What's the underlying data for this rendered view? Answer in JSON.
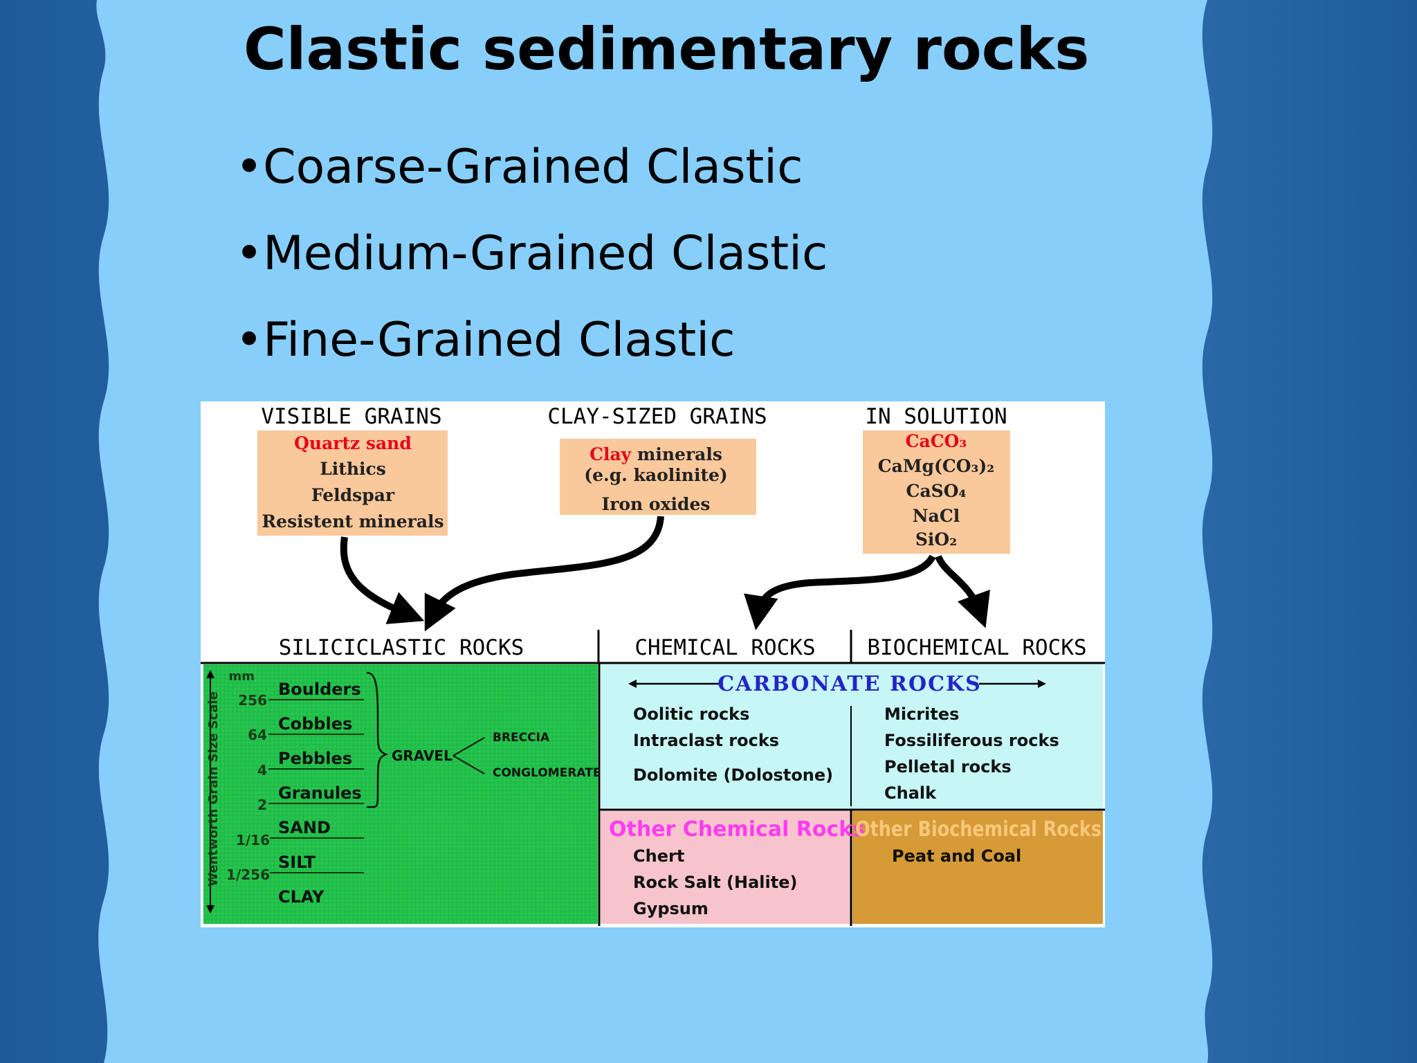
{
  "slide": {
    "title": "Clastic sedimentary rocks",
    "bullet_char": "•",
    "bullets": [
      "Coarse-Grained Clastic",
      "Medium-Grained Clastic",
      "Fine-Grained Clastic"
    ]
  },
  "diagram": {
    "headers": {
      "visible": "VISIBLE GRAINS",
      "clay_sized": "CLAY-SIZED GRAINS",
      "in_solution": "IN SOLUTION"
    },
    "visible_box": {
      "highlight": "Quartz sand",
      "items": [
        "Lithics",
        "Feldspar",
        "Resistent minerals"
      ]
    },
    "clay_box": {
      "highlight": "Clay",
      "line1_rest": " minerals",
      "line2": "(e.g. kaolinite)",
      "line3": "Iron oxides"
    },
    "solution_box": {
      "highlight": "CaCO₃",
      "items": [
        "CaMg(CO₃)₂",
        "CaSO₄",
        "NaCl",
        "SiO₂"
      ]
    },
    "rock_headers": {
      "siliciclastic": "SILICICLASTIC ROCKS",
      "chemical": "CHEMICAL ROCKS",
      "biochemical": "BIOCHEMICAL ROCKS"
    },
    "grain_scale": {
      "axis_label": "Wentworth Grain Size Scale",
      "unit": "mm",
      "ticks": [
        "256",
        "64",
        "4",
        "2",
        "1/16",
        "1/256"
      ],
      "classes": [
        "Boulders",
        "Cobbles",
        "Pebbles",
        "Granules",
        "SAND",
        "SILT",
        "CLAY"
      ],
      "gravel": "GRAVEL",
      "breccia": "BRECCIA",
      "conglomerate": "CONGLOMERATE"
    },
    "carbonate": {
      "title": "CARBONATE ROCKS",
      "left": [
        "Oolitic rocks",
        "Intraclast rocks",
        "Dolomite (Dolostone)"
      ],
      "right": [
        "Micrites",
        "Fossiliferous rocks",
        "Pelletal rocks",
        "Chalk"
      ]
    },
    "other_chemical": {
      "title": "Other Chemical Rocks",
      "items": [
        "Chert",
        "Rock Salt (Halite)",
        "Gypsum"
      ]
    },
    "other_biochemical": {
      "title": "Other Biochemical Rocks",
      "items": [
        "Peat and Coal"
      ]
    },
    "colors": {
      "peach": "#f9c89b",
      "red_text": "#e8001c",
      "green": "#22c04a",
      "cyan": "#c6f6f6",
      "pink": "#f8c4cc",
      "magenta": "#ff3cf0",
      "ochre": "#d69a36",
      "ochre_text": "#f7c77a",
      "blue_text": "#2424c8",
      "slide_bg": "#87cefa"
    }
  }
}
